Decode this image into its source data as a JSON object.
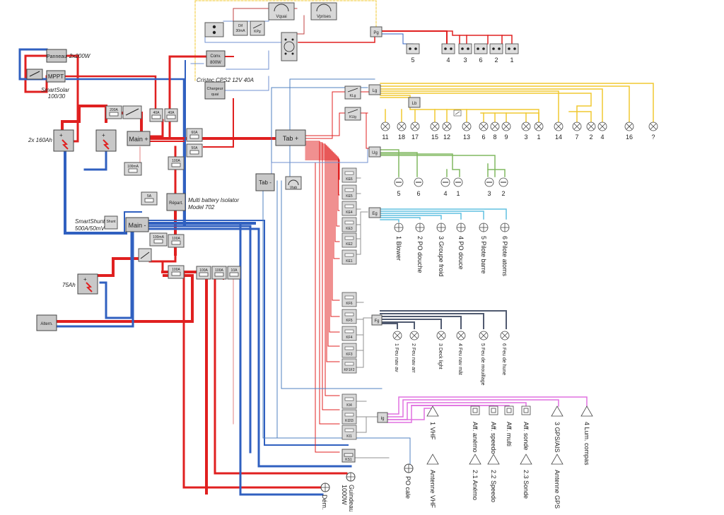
{
  "battery_section": {
    "panel": "Panneau",
    "panel_power": "2x200W",
    "mppt": "MPPT",
    "smartsolar": [
      "SmartSolar",
      "100/30"
    ],
    "main_bank": "2x 160Ah",
    "fuse_200a": "200A",
    "main_plus": "Main +",
    "main_minus": "Main -",
    "fuse_40a_left": "40A",
    "fuse_40a_right": "40A",
    "fuse_60a": "60A",
    "fuse_50a": "50A",
    "fuse_100ma_top": "100mA",
    "fuse_100a_top": "100A",
    "fuse_5a": "5A",
    "repart": "Répart.",
    "isolator": [
      "Multi battery Isolator",
      "Model 702"
    ],
    "shunt": "Shunt",
    "smartshunt": [
      "SmartShunt",
      "500A/50mV"
    ],
    "fuse_100ma_mid": "100mA",
    "fuse_100a_mid": "100A",
    "fuse_100a_bottom": "100A",
    "start_bank": "75Ah",
    "alternator": "Altern.",
    "fuse_100a_b1": "100A",
    "fuse_100a_b2": "100A",
    "fuse_10a": "10A"
  },
  "shore_section": {
    "vquai": "Vquai",
    "vprises": "Vprises",
    "diff": [
      "Dif",
      "30mA"
    ],
    "kpg": "KPg",
    "conv": [
      "Conv.",
      "800W"
    ],
    "charger_model": "Cristec CPS2 12V 40A",
    "charger": [
      "Chargeur",
      "quai"
    ],
    "pg": "Pg",
    "outlets": [
      "5",
      "4",
      "3",
      "6",
      "2",
      "1"
    ]
  },
  "distribution": {
    "tab_plus": "Tab +",
    "tab_minus": "Tab -",
    "vtab": "Vtab",
    "klg": "KLg",
    "kug": "KUg",
    "lg": "Lg",
    "lb": "Lb",
    "ug": "Ug",
    "eg": "Eg",
    "fg": "Fg",
    "ig": "Ig",
    "light_numbers": [
      "11",
      "18",
      "17",
      "15",
      "12",
      "13",
      "6",
      "8",
      "9",
      "3",
      "1",
      "14",
      "7",
      "2",
      "4",
      "16",
      "?"
    ],
    "usb_numbers": [
      "5",
      "6",
      "4",
      "1",
      "3",
      "2"
    ],
    "ke_switches": [
      "KE6",
      "KE5",
      "KE4",
      "KE3",
      "KE2",
      "KE1"
    ],
    "eg_labels": [
      "1 Blower",
      "2 PO douche",
      "3 Groupe froid",
      "4 PO douce",
      "5 Pilote barre",
      "6 Pilote atoms"
    ],
    "kf_switches": [
      "KF6",
      "KF5",
      "KF4",
      "KF3",
      "KF1F2"
    ],
    "fg_labels": [
      "1 Feu nav av",
      "2 Feu nav arr",
      "3 Deck light",
      "4 Feu nav mât",
      "5 Feu de mouillage",
      "6 Feu de hune"
    ],
    "ki_switches": [
      "KI4",
      "KI2I3",
      "KI1"
    ],
    "ig_labels": [
      "1 VHF",
      "Aff. anémo",
      "Aff. speedo",
      "Aff. multi",
      "Aff. sonde",
      "3 GPS/AIS",
      "4 Lum. compas"
    ],
    "antennas": [
      "Antenne VHF",
      "2.1 Anémo",
      "2.2 Speedo",
      "2.3 Sonde",
      "Antenne GPS"
    ],
    "ks1": "KS1",
    "po_cale": "PO cale",
    "guindeau": [
      "Guindeau",
      "1000W"
    ],
    "dem": "Dém."
  }
}
